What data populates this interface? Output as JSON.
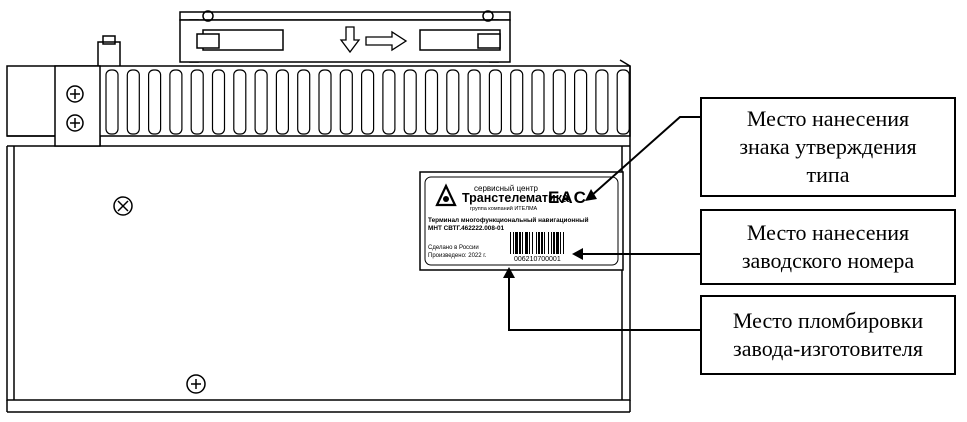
{
  "callouts": {
    "type_approval": "Место нанесения\nзнака утверждения\nтипа",
    "serial_number": "Место нанесения\nзаводского номера",
    "manufacturer_seal": "Место пломбировки\nзавода-изготовителя"
  },
  "nameplate": {
    "service_center": "сервисный центр",
    "brand": "Транстелематика",
    "group": "группа компаний ИТЕЛМА",
    "eac": "EAC",
    "product_line1": "Терминал многофункциональный навигационный",
    "product_line2": "МНТ СВТГ.462222.008-01",
    "made_in": "Сделано в России",
    "produced": "Произведено: 2022 г.",
    "serial": "006210700001"
  },
  "colors": {
    "line": "#000000",
    "background": "#ffffff"
  }
}
